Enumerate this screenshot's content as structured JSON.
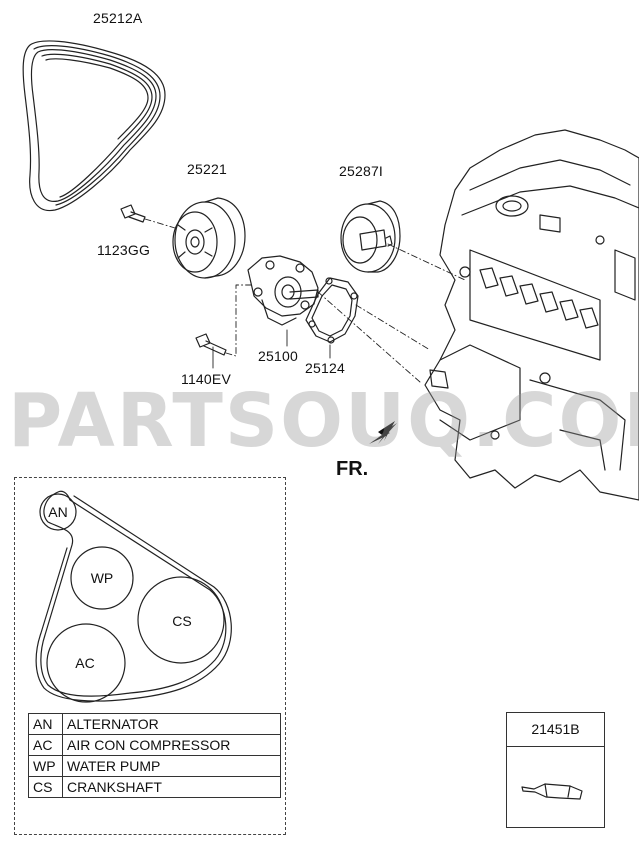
{
  "parts": {
    "belt": "25212A",
    "idler": "25221",
    "bolt_idler": "1123GG",
    "tensioner": "25287I",
    "water_pump": "25100",
    "gasket": "25124",
    "bolt_pump": "1140EV"
  },
  "watermark": "PARTSOUQ.COM",
  "direction_label": "FR.",
  "legend": {
    "pulleys": {
      "an": "AN",
      "wp": "WP",
      "cs": "CS",
      "ac": "AC"
    },
    "rows": [
      {
        "code": "AN",
        "name": "ALTERNATOR"
      },
      {
        "code": "AC",
        "name": "AIR CON COMPRESSOR"
      },
      {
        "code": "WP",
        "name": "WATER PUMP"
      },
      {
        "code": "CS",
        "name": "CRANKSHAFT"
      }
    ]
  },
  "kit": {
    "part_no": "21451B",
    "icon": "sealant-tube-icon"
  }
}
